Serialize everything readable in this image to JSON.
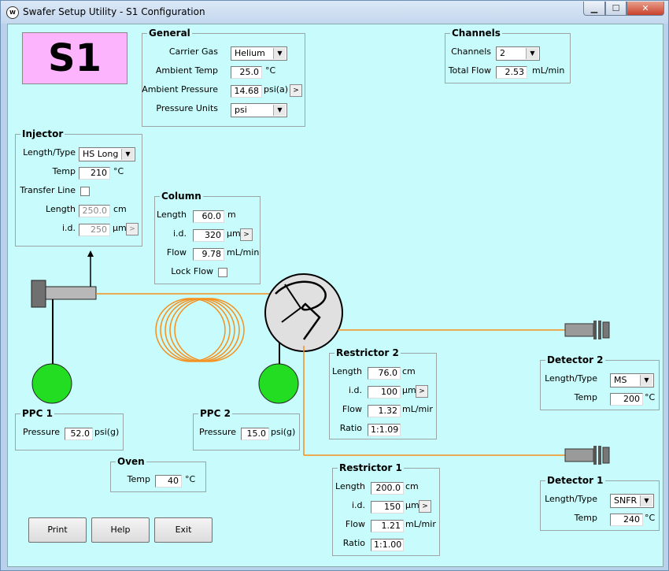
{
  "window": {
    "title": "Swafer Setup Utility - S1 Configuration",
    "app_icon": "app-logo-icon"
  },
  "badge": "S1",
  "general": {
    "title": "General",
    "carrier_gas_label": "Carrier Gas",
    "carrier_gas": "Helium",
    "ambient_temp_label": "Ambient Temp",
    "ambient_temp": "25.0",
    "ambient_temp_unit": "°C",
    "ambient_pressure_label": "Ambient Pressure",
    "ambient_pressure": "14.68",
    "ambient_pressure_unit": "psi(a)",
    "pressure_units_label": "Pressure Units",
    "pressure_units": "psi"
  },
  "channels": {
    "title": "Channels",
    "channels_label": "Channels",
    "channels": "2",
    "total_flow_label": "Total Flow",
    "total_flow": "2.53",
    "total_flow_unit": "mL/min"
  },
  "injector": {
    "title": "Injector",
    "length_type_label": "Length/Type",
    "length_type": "HS Long",
    "temp_label": "Temp",
    "temp": "210",
    "temp_unit": "°C",
    "transfer_line_label": "Transfer Line",
    "length_label": "Length",
    "length": "250.0",
    "length_unit": "cm",
    "id_label": "i.d.",
    "id": "250",
    "id_unit": "µm"
  },
  "column": {
    "title": "Column",
    "length_label": "Length",
    "length": "60.0",
    "length_unit": "m",
    "id_label": "i.d.",
    "id": "320",
    "id_unit": "µm",
    "flow_label": "Flow",
    "flow": "9.78",
    "flow_unit": "mL/min",
    "lock_flow_label": "Lock Flow"
  },
  "restrictor2": {
    "title": "Restrictor 2",
    "length_label": "Length",
    "length": "76.0",
    "length_unit": "cm",
    "id_label": "i.d.",
    "id": "100",
    "id_unit": "µm",
    "flow_label": "Flow",
    "flow": "1.32",
    "flow_unit": "mL/mir",
    "ratio_label": "Ratio",
    "ratio": "1:1.09"
  },
  "restrictor1": {
    "title": "Restrictor 1",
    "length_label": "Length",
    "length": "200.0",
    "length_unit": "cm",
    "id_label": "i.d.",
    "id": "150",
    "id_unit": "µm",
    "flow_label": "Flow",
    "flow": "1.21",
    "flow_unit": "mL/mir",
    "ratio_label": "Ratio",
    "ratio": "1:1.00"
  },
  "detector2": {
    "title": "Detector 2",
    "length_type_label": "Length/Type",
    "length_type": "MS",
    "temp_label": "Temp",
    "temp": "200",
    "temp_unit": "°C"
  },
  "detector1": {
    "title": "Detector 1",
    "length_type_label": "Length/Type",
    "length_type": "SNFR",
    "temp_label": "Temp",
    "temp": "240",
    "temp_unit": "°C"
  },
  "ppc1": {
    "title": "PPC 1",
    "pressure_label": "Pressure",
    "pressure": "52.0",
    "pressure_unit": "psi(g)"
  },
  "ppc2": {
    "title": "PPC 2",
    "pressure_label": "Pressure",
    "pressure": "15.0",
    "pressure_unit": "psi(g)"
  },
  "oven": {
    "title": "Oven",
    "temp_label": "Temp",
    "temp": "40",
    "temp_unit": "°C"
  },
  "buttons": {
    "print": "Print",
    "help": "Help",
    "exit": "Exit"
  },
  "colors": {
    "client_bg": "#c8fbfb",
    "badge_bg": "#fcb4fc",
    "tubing": "#f5901e",
    "ppc_green": "#22dd22",
    "swafer_gray": "#e0e0e0"
  }
}
